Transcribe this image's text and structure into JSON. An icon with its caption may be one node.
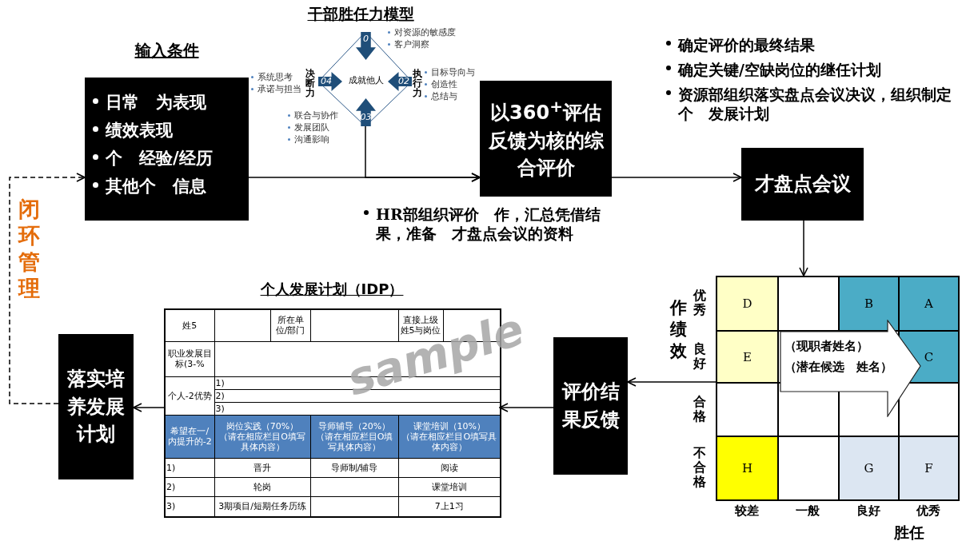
{
  "diagram": {
    "nodes": [
      {
        "text": [
          "输入条件",
          "日常　为表现",
          "绩效表现",
          "个　经验/经历",
          "其他个　信息"
        ]
      },
      {
        "text": [
          "干部胜任力模型"
        ]
      },
      {
        "text": [
          "0"
        ],
        "in": 1,
        "beside": [
          "对资源的敏感度",
          "客户洞察"
        ]
      },
      {
        "text": [
          "02"
        ],
        "in": 1,
        "beside": [
          "执行力",
          "目标导向与",
          "创造性",
          "总结与"
        ]
      },
      {
        "text": [
          "03"
        ],
        "in": 1,
        "beside": [
          "联合与协作",
          "发展团队",
          "沟通影响"
        ]
      },
      {
        "text": [
          "04"
        ],
        "in": 1,
        "beside": [
          "决断力",
          "系统思考",
          "承诺与担当"
        ]
      },
      {
        "text": [
          "成就他人"
        ],
        "in": 1
      },
      {
        "text": [
          "以360$^{+}$评估反馈为核的综合评价"
        ]
      },
      {
        "text": [
          "才盘点会议"
        ]
      },
      {
        "text": [],
        "shape": "box"
      },
      {
        "text": [
          "（现职者姓名）",
          "（潜在候选　姓名）"
        ],
        "in": 9
      },
      {
        "text": [
          "评价结果反馈"
        ]
      },
      {
        "text": [
          "个人发展计划（IDP）"
        ]
      },
      {
        "text": [
          "落实培养发展计划"
        ]
      }
    ],
    "edges": [
      {
        "from": 0,
        "to": 7,
        "arrow": "to"
      },
      {
        "from": 1,
        "to": 7,
        "arrow": "to"
      },
      {
        "from": 7,
        "to": 8,
        "arrow": "to"
      },
      {
        "from": 8,
        "to": 9,
        "arrow": "to"
      },
      {
        "from": 9,
        "to": 11,
        "arrow": "to"
      },
      {
        "from": 11,
        "to": 12,
        "arrow": "to"
      },
      {
        "from": 12,
        "to": 13,
        "arrow": "to"
      },
      {
        "from": 13,
        "to": 0,
        "arrow": "to",
        "style": "dashed",
        "label": "闭环管理"
      }
    ],
    "labels": [
      "确定评价的最终结果",
      "确定关键/空缺岗位的继任计划",
      "资源部组织落实盘点会议决议，组织制定个　发展计划",
      "HR部组织评价　作，汇总凭借结果，准备　才盘点会议的资料",
      "作绩效",
      "优秀",
      "D",
      "B",
      "A",
      "良好",
      "E",
      "C",
      "合格",
      "不合格",
      "H",
      "G",
      "F",
      "较差",
      "一般",
      "良好",
      "优秀",
      "胜任",
      "姓5",
      "所在单位/部门",
      "直接上级姓5与岗位",
      "职业发展目标(3-%",
      "个人-2优势",
      "1)",
      "2)",
      "3)",
      "希望在一/内提升的-2",
      "岗位实践（70%）",
      "（请在相应栏目O填写具体内容）",
      "导师辅导（20%）",
      "（请在相应栏目O填写具体内容）",
      "课堂培训（10%）",
      "（请在相应栏目O填写具体内容）",
      "1)",
      "晋升",
      "导师制/辅导",
      "阅读",
      "2)",
      "轮岗",
      "课堂培训",
      "3)",
      "3期项目/短期任务历练",
      "7上1习",
      "sample"
    ]
  }
}
